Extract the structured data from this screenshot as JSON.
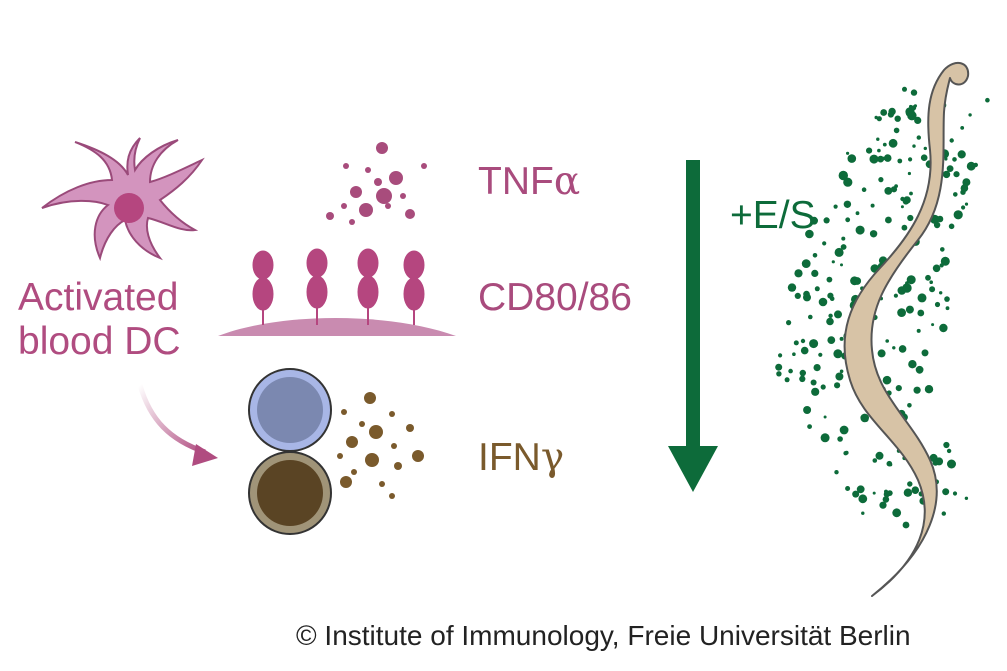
{
  "labels": {
    "dc_line1": "Activated",
    "dc_line2": "blood DC",
    "tnf_prefix": "TNF",
    "tnf_symbol": "α",
    "cd": "CD80/86",
    "ifn_prefix": "IFN",
    "ifn_symbol": "γ",
    "es": "+E/S",
    "copyright": "© Institute of Immunology, Freie Universität Berlin"
  },
  "colors": {
    "dc": "#b04c80",
    "dc_fill": "#d394be",
    "cytokine_tnf": "#a84c7c",
    "membrane": "#c98bb0",
    "ifn": "#7a5a2c",
    "cell_blue": "#7b88b0",
    "cell_blue_ring": "#a8b6e6",
    "cell_brown": "#5a4424",
    "cell_brown_ring": "#a09478",
    "arrow": "#0d6b3a",
    "worm": "#d7c3a6",
    "es_dots": "#0d6b3a"
  },
  "icons": [
    "dendritic-cell-icon",
    "receptor-icon",
    "lymphocyte-icon",
    "nematode-worm-icon",
    "down-arrow-icon"
  ]
}
